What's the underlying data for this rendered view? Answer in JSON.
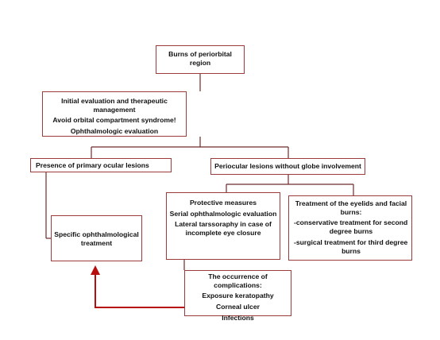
{
  "colors": {
    "box_border": "#9b3b3b",
    "connector": "#6e2a2a",
    "arrow": "#b80d0d",
    "text": "#111111"
  },
  "nodes": {
    "root": {
      "lines": [
        "Burns of periorbital",
        "region"
      ]
    },
    "initial": {
      "lines": [
        "Initial evaluation and therapeutic management",
        "Avoid orbital compartment syndrome!",
        "Ophthalmologic  evaluation"
      ]
    },
    "primary": {
      "lines": [
        "Presence of primary ocular lesions"
      ]
    },
    "periocular": {
      "lines": [
        "Periocular lesions without globe involvement"
      ]
    },
    "protective": {
      "lines": [
        "Protective measures",
        "Serial ophthalmologic  evaluation",
        "Lateral tarssoraphy  in case of",
        "incomplete eye closure"
      ]
    },
    "eyelids": {
      "lines": [
        "Treatment of the eyelids and facial",
        "burns:",
        "-conservative treatment  for second",
        "degree burns",
        "-surgical treatment for  third degree",
        "burns"
      ]
    },
    "specific": {
      "lines": [
        "Specific ophthalmological",
        "treatment"
      ]
    },
    "complications": {
      "lines": [
        "The occurrence of complications:",
        "Exposure keratopathy",
        "Corneal ulcer",
        "Infections"
      ]
    }
  }
}
